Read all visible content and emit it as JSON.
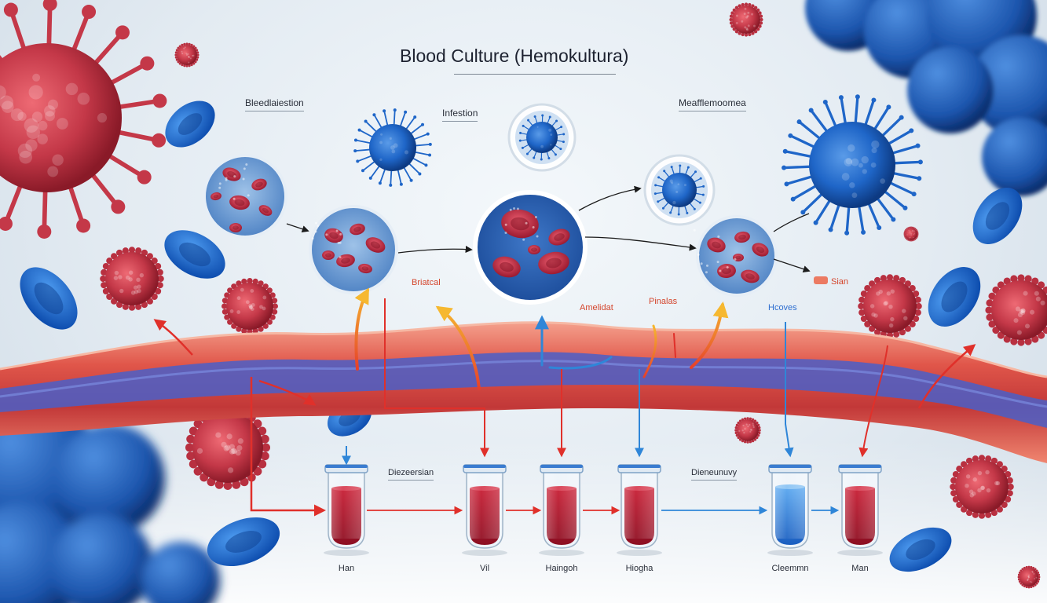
{
  "title": "Blood Culture (Hemokultura)",
  "labels": {
    "top_left": "Bleedlaiestion",
    "top_center": "Infestion",
    "top_right": "Meafflemoomea",
    "mid_bacterial": "Briatcal",
    "mid_amelidat": "Amelidat",
    "mid_pinalas": "Pinalas",
    "mid_hcoves": "Hcoves",
    "mid_sian": "Sian",
    "bottom_left_section": "Diezeersian",
    "bottom_right_section": "Dieneunuvy"
  },
  "tubes": [
    {
      "label": "Han",
      "fill": "red"
    },
    {
      "label": "Vil",
      "fill": "red"
    },
    {
      "label": "Haingoh",
      "fill": "red"
    },
    {
      "label": "Hiogha",
      "fill": "red"
    },
    {
      "label": "Cleemmn",
      "fill": "blue"
    },
    {
      "label": "Man",
      "fill": "red"
    }
  ],
  "colors": {
    "blood_red": "#b0182c",
    "cell_blue": "#1f66c8",
    "virus_red": "#c43848",
    "vessel": "#e0564a",
    "arrow_red": "#e0302a",
    "arrow_blue": "#2f86d8",
    "arrow_orange": "#f29a2a",
    "background": "#e6eef4"
  }
}
